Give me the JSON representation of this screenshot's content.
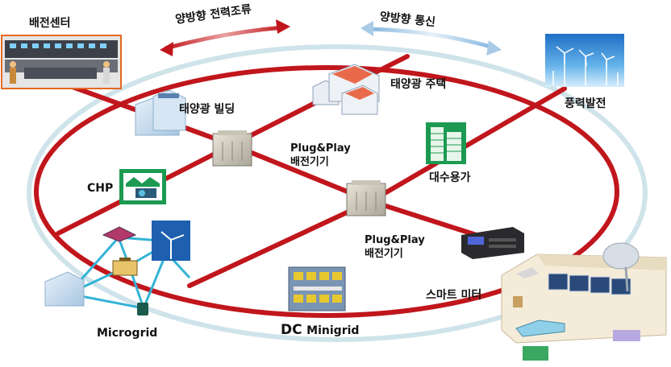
{
  "labels": {
    "substation": "배전센터",
    "power_flow": "양방향 전력조류",
    "communication": "양방향 통신",
    "wind": "풍력발전",
    "solar_building": "태양광 빌딩",
    "solar_house": "태양광 주택",
    "pnp1_line1": "Plug&Play",
    "pnp1_line2": "배전기기",
    "large_consumer": "대수용가",
    "chp": "CHP",
    "pnp2_line1": "Plug&Play",
    "pnp2_line2": "배전기기",
    "smart_meter": "스마트 미터",
    "microgrid": "Microgrid",
    "dc_prefix": "DC",
    "dc_minigrid": "Minigrid"
  },
  "colors": {
    "grid_line": "#c0161c",
    "comm_ring": "#cfe3ea",
    "microgrid_link": "#34b3d6",
    "arrow_power": "#c0161c",
    "arrow_comm": "#a9cbe6"
  }
}
